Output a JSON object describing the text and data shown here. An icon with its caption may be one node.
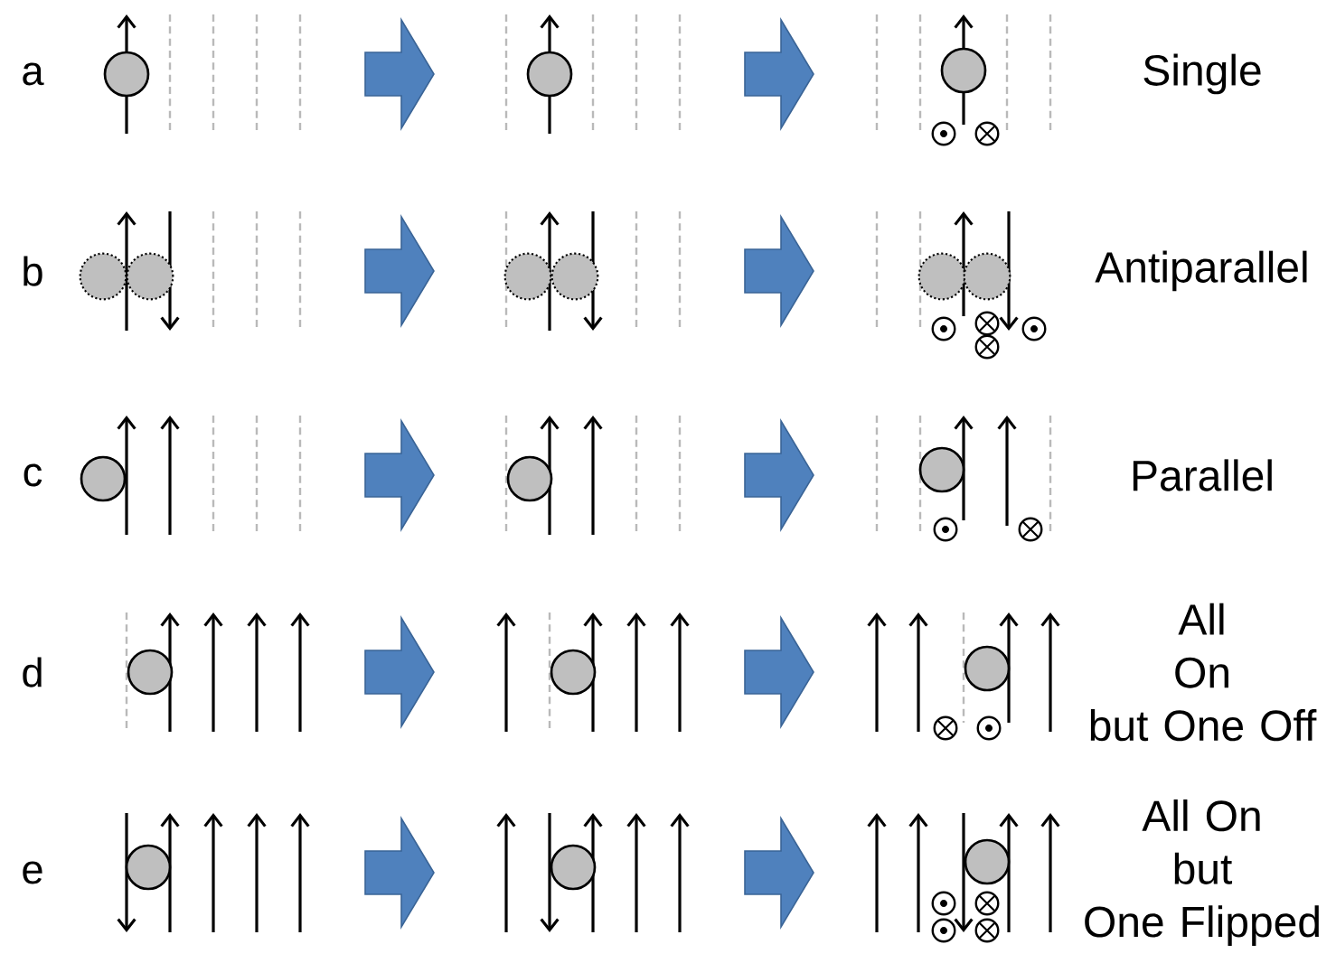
{
  "diagram": {
    "labels": [
      "a",
      "Single",
      "b",
      "Antiparallel",
      "c",
      "Parallel",
      "d",
      "All On but One Off",
      "e",
      "All On but One Flipped"
    ]
  }
}
